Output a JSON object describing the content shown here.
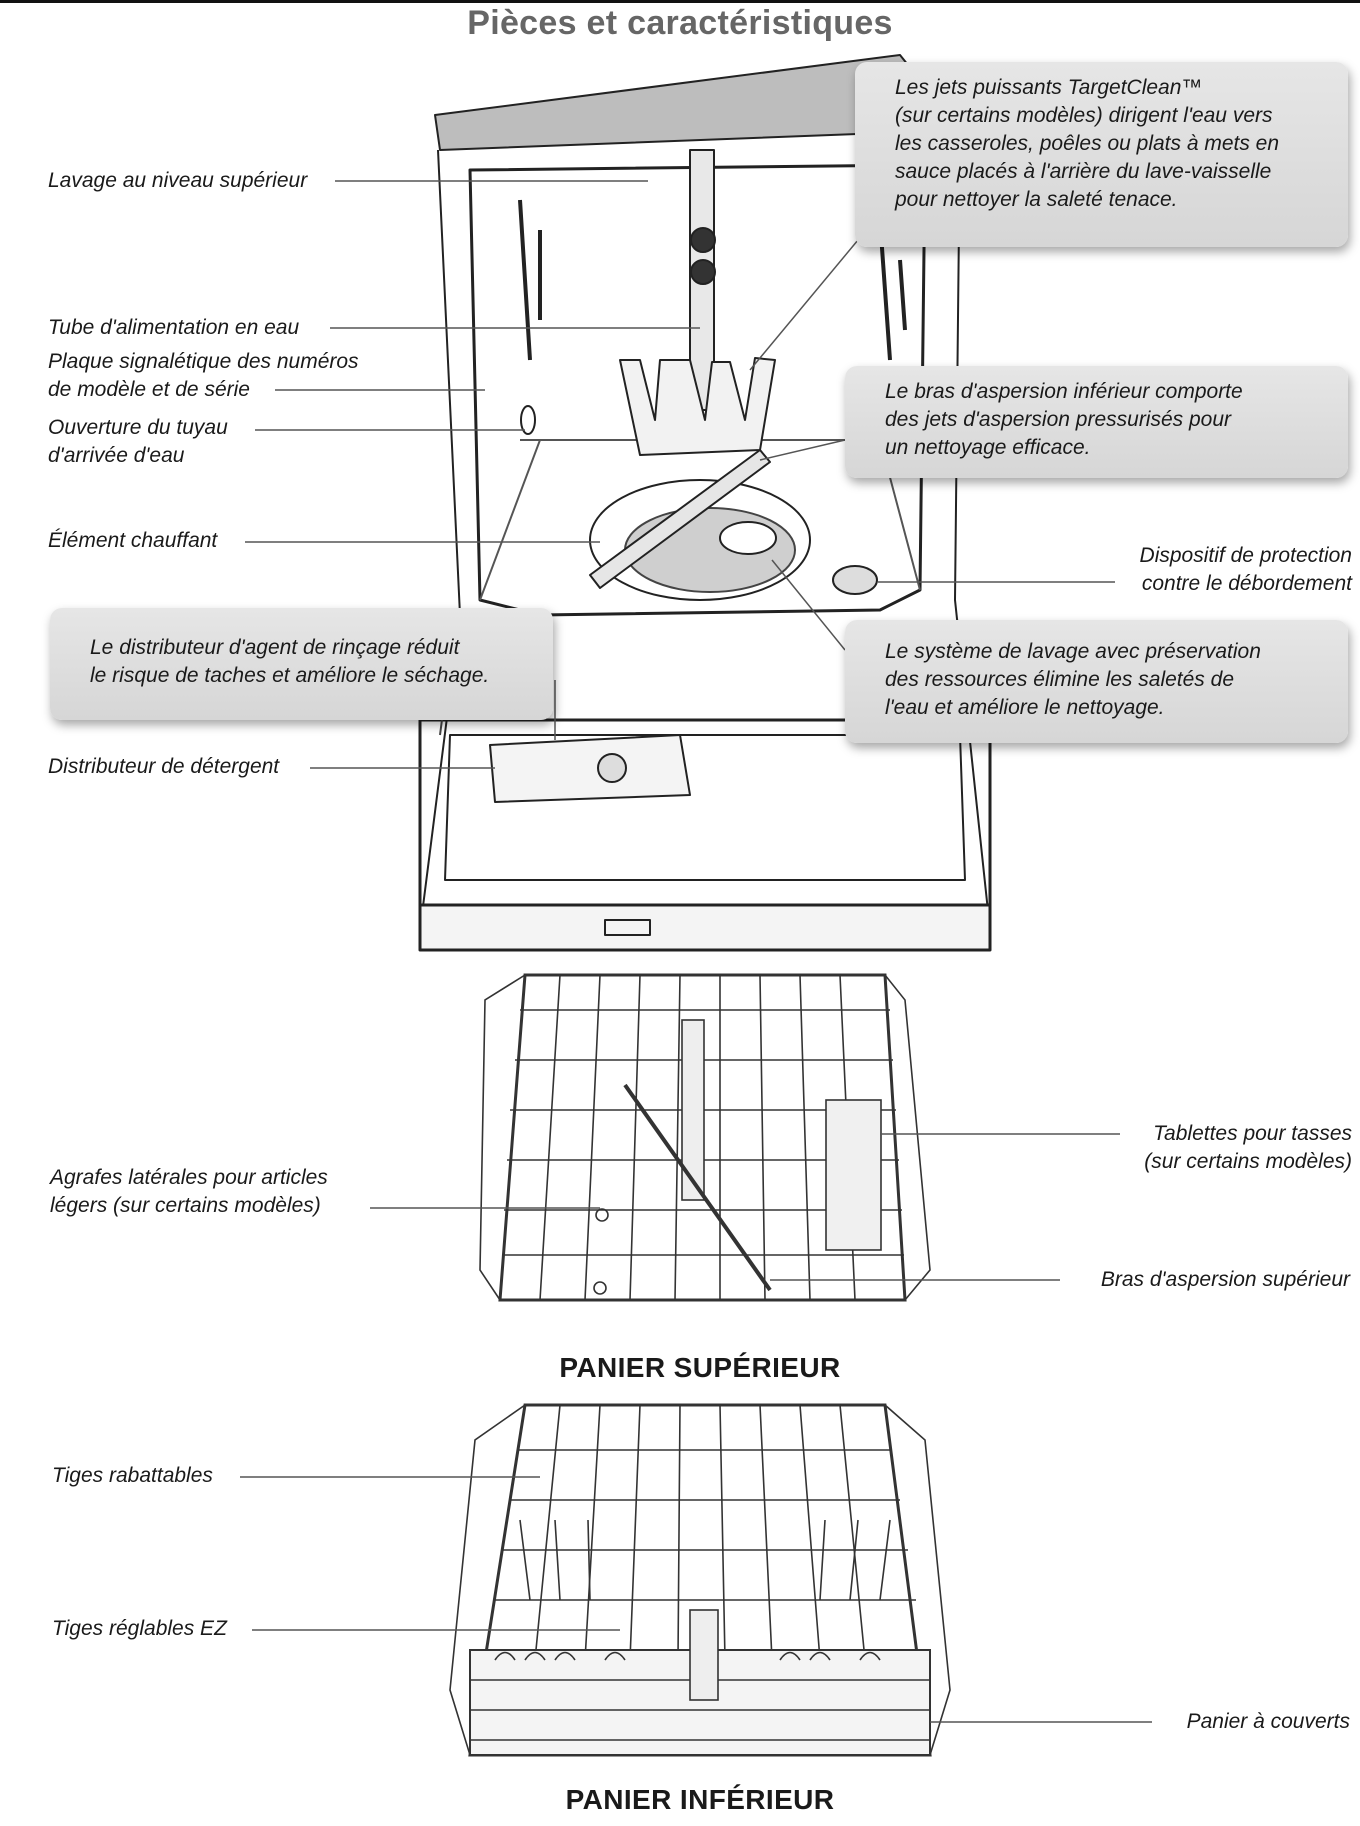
{
  "title": "Pièces et caractéristiques",
  "labels": {
    "upper_wash": "Lavage au niveau supérieur",
    "water_tube": "Tube d'alimentation en eau",
    "rating_plate": [
      "Plaque signalétique des numéros",
      "de modèle et de série"
    ],
    "inlet_opening": [
      "Ouverture du tuyau",
      "d'arrivée d'eau"
    ],
    "heating_element": "Élément chauffant",
    "overflow": [
      "Dispositif de protection",
      "contre le débordement"
    ],
    "detergent_dispenser": "Distributeur de détergent",
    "side_clips": [
      "Agrafes latérales pour articles",
      "légers (sur certains modèles)"
    ],
    "cup_shelves": [
      "Tablettes pour tasses",
      "(sur certains modèles)"
    ],
    "upper_spray_arm": "Bras d'aspersion supérieur",
    "fold_down_tines": "Tiges rabattables",
    "ez_tines": "Tiges réglables EZ",
    "silverware_basket": "Panier à couverts"
  },
  "callouts": {
    "targetclean": [
      "Les jets puissants TargetClean™",
      "(sur certains modèles) dirigent l'eau vers",
      "les casseroles, poêles ou plats à mets en",
      "sauce placés à l'arrière du lave-vaisselle",
      "pour nettoyer la saleté tenace."
    ],
    "lower_arm": [
      "Le bras d'aspersion inférieur comporte",
      "des jets d'aspersion pressurisés pour",
      "un nettoyage efficace."
    ],
    "rinse_aid": [
      "Le distributeur d'agent de rinçage réduit",
      "le risque de taches et améliore le séchage."
    ],
    "filtration": [
      "Le système de lavage avec préservation",
      "des ressources élimine les saletés de",
      "l'eau et améliore le nettoyage."
    ]
  },
  "captions": {
    "upper_rack": "PANIER SUPÉRIEUR",
    "lower_rack": "PANIER INFÉRIEUR"
  }
}
